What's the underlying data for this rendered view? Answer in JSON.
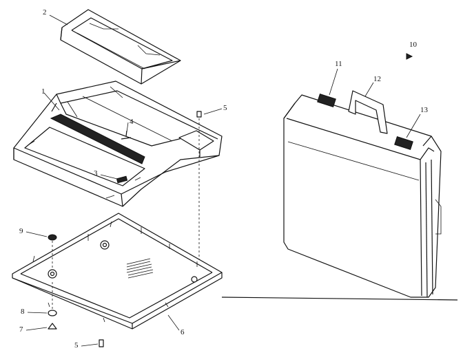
{
  "callouts": [
    {
      "id": "c2",
      "text": "2"
    },
    {
      "id": "c1",
      "text": "1"
    },
    {
      "id": "c4",
      "text": "4"
    },
    {
      "id": "c5a",
      "text": "5"
    },
    {
      "id": "c3",
      "text": "3"
    },
    {
      "id": "c9",
      "text": "9"
    },
    {
      "id": "c8",
      "text": "8"
    },
    {
      "id": "c7",
      "text": "7"
    },
    {
      "id": "c5b",
      "text": "5"
    },
    {
      "id": "c6",
      "text": "6"
    },
    {
      "id": "c10",
      "text": "10"
    },
    {
      "id": "c11",
      "text": "11"
    },
    {
      "id": "c12",
      "text": "12"
    },
    {
      "id": "c13",
      "text": "13"
    }
  ]
}
